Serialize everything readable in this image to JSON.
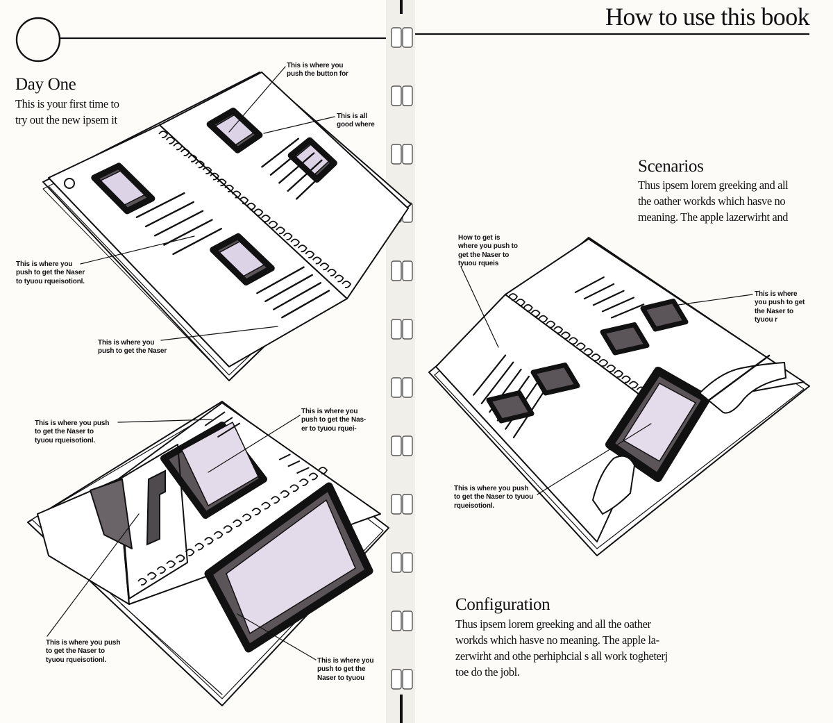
{
  "page_title": "How to use this book",
  "sections": {
    "day_one": {
      "heading": "Day One",
      "body": [
        "This is your first time to",
        "try out the new ipsem it"
      ]
    },
    "scenarios": {
      "heading": "Scenarios",
      "body": [
        "Thus ipsem lorem greeking and all",
        "the oather workds which hasve no",
        "meaning. The apple lazerwirht and"
      ]
    },
    "configuration": {
      "heading": "Configuration",
      "body": [
        "Thus ipsem lorem greeking and all the oather",
        "workds which hasve no meaning. The apple la-",
        "zerwirht and othe perhiphcial s all work togheterj",
        "toe do the jobl."
      ]
    }
  },
  "callouts": {
    "c1": [
      "This is where you",
      "push the button for"
    ],
    "c2": [
      "This is all",
      "good where"
    ],
    "c3": [
      "This is where you",
      "push to get the Naser",
      "to tyuou rqueisotionl."
    ],
    "c4": [
      "This is where you",
      "push to get the Naser"
    ],
    "c5": [
      "This is where you push",
      "to get the Naser to",
      "tyuou rqueisotionl."
    ],
    "c6": [
      "This is where you",
      "push to get the Nas-",
      "er to tyuou rquei-"
    ],
    "c7": [
      "This is where you push",
      "to get the Naser to",
      "tyuou rqueisotionl."
    ],
    "c8": [
      "This is where you",
      "push to get the",
      "Naser to tyuou"
    ],
    "c9": [
      "How to get is",
      "where you push to",
      "get the Naser to",
      "tyuou rqueis"
    ],
    "c10": [
      "This is where",
      "you push to get",
      "the Naser to",
      "tyuou r"
    ],
    "c11": [
      "This is where you push",
      "to get the Naser to tyuou",
      "rqueisotionl."
    ]
  },
  "icons": {
    "chapter_circle": "circle-marker-icon",
    "binding": "spiral-binding-icon"
  }
}
